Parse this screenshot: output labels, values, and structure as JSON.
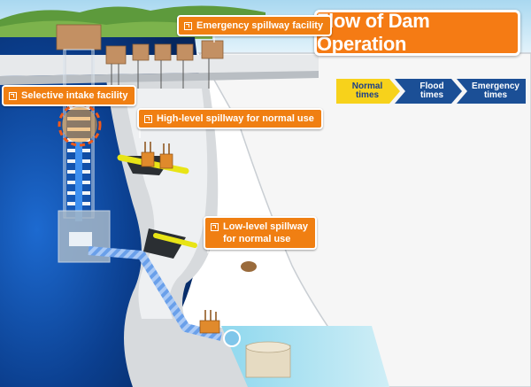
{
  "title": "Flow of Dam Operation",
  "labels": {
    "emergency_spillway": "Emergency spillway facility",
    "selective_intake": "Selective intake facility",
    "high_level_spillway": "High-level spillway for normal use",
    "low_level_spillway": [
      "Low-level spillway",
      "for normal use"
    ]
  },
  "phases": [
    {
      "lines": [
        "Normal",
        "times"
      ],
      "active": true
    },
    {
      "lines": [
        "Flood",
        "times"
      ],
      "active": false
    },
    {
      "lines": [
        "Emergency",
        "times"
      ],
      "active": false
    }
  ],
  "colors": {
    "accent": "#f07f12",
    "phase_active": "#f7d21b",
    "phase_inactive": "#1b4f96",
    "water": "#0b3f8f"
  },
  "icons": [
    "checkbox-icon"
  ]
}
